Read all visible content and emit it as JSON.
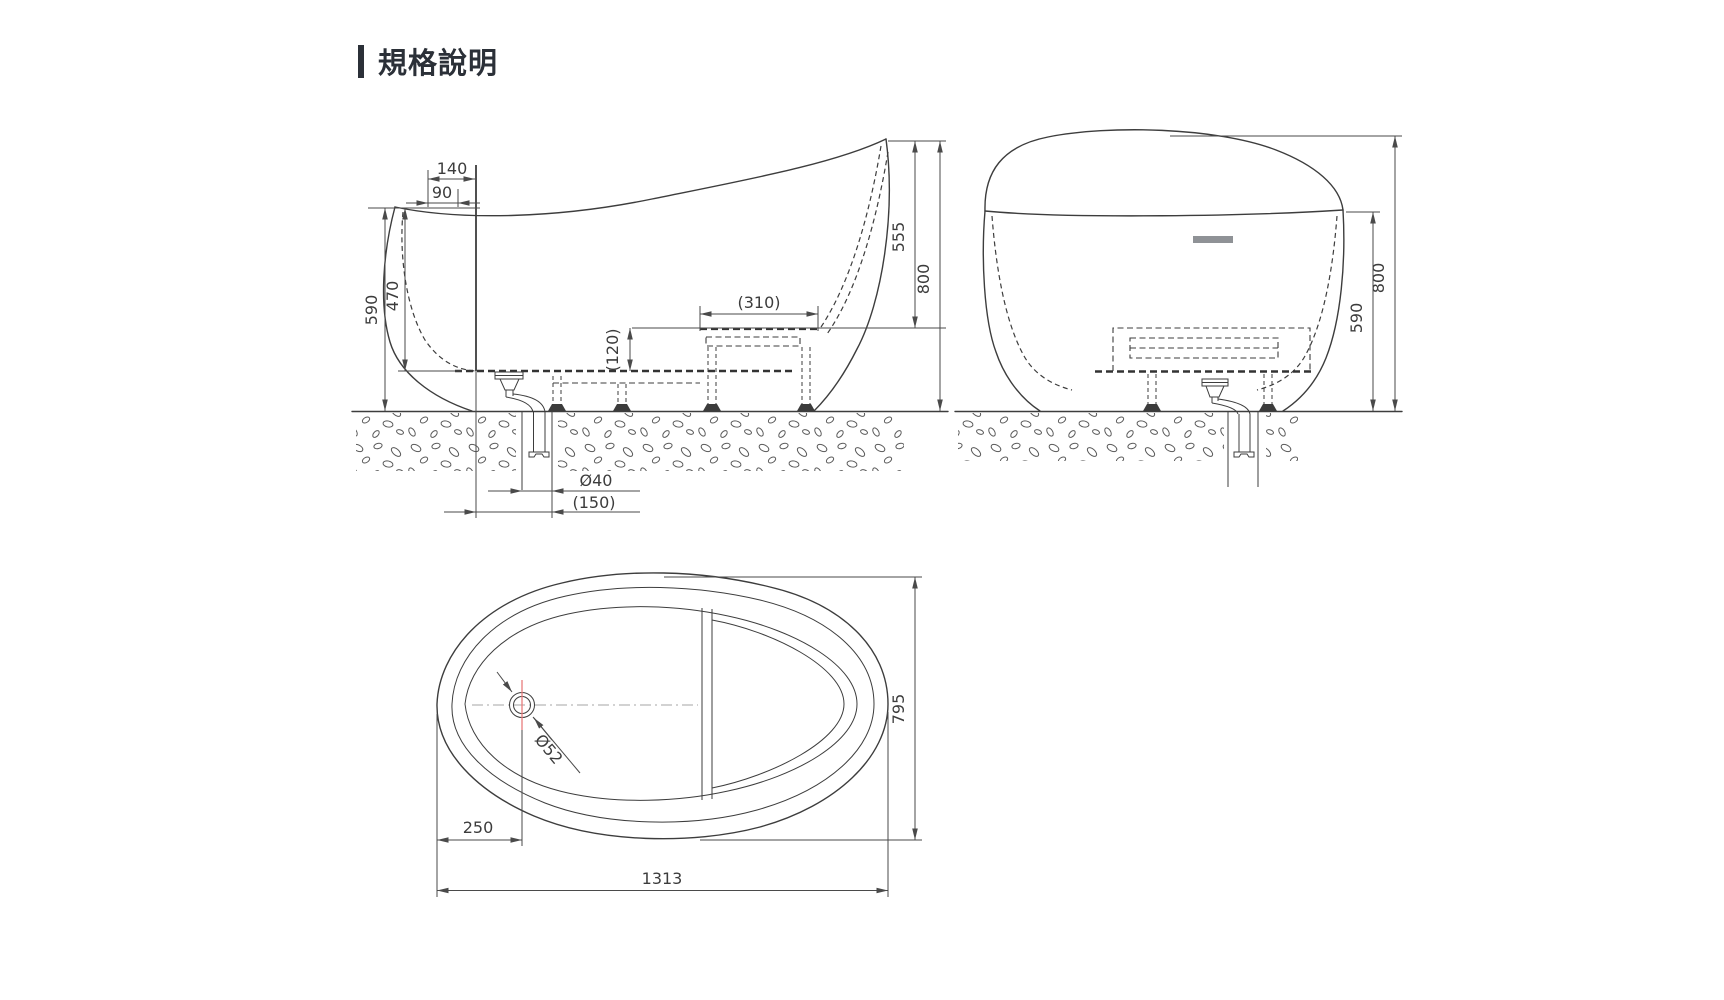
{
  "page": {
    "title": "規格說明",
    "background": "#ffffff",
    "line_color": "#3d3d3d",
    "accent_color": "#2b3038",
    "centerline_color": "#e87c7c",
    "overflow_bar_color": "#8f9296"
  },
  "views": {
    "side": {
      "label": "side-view",
      "dims": {
        "rim_width": "140",
        "rim_inner_width": "90",
        "height_to_ground": "590",
        "height_to_floor": "470",
        "seat_depth": "(310)",
        "seat_height": "(120)",
        "back_to_seat_height": "555",
        "total_height": "800",
        "drain_pipe_diameter": "Ø40",
        "drain_offset": "(150)"
      }
    },
    "front": {
      "label": "front-view",
      "dims": {
        "total_height": "800",
        "rim_height": "590"
      }
    },
    "top": {
      "label": "top-view",
      "dims": {
        "drain_diameter": "Ø52",
        "width": "795",
        "drain_offset_from_end": "250",
        "total_length": "1313"
      }
    }
  }
}
